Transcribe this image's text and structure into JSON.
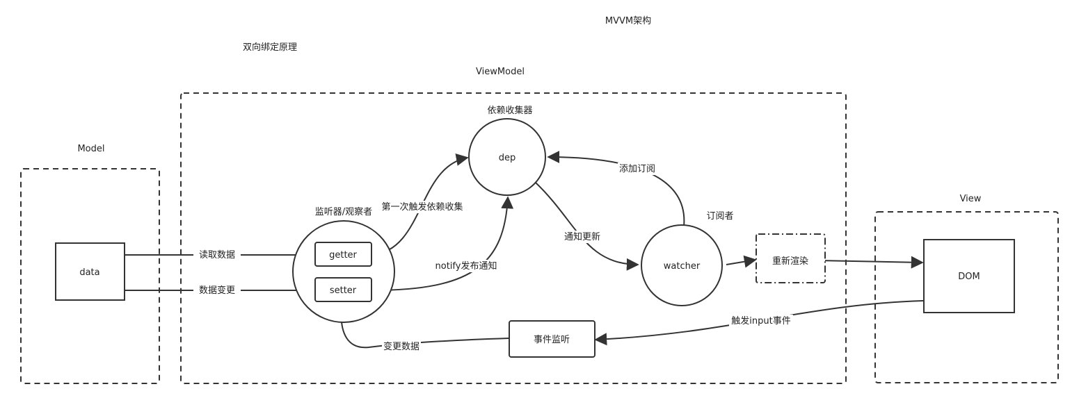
{
  "title": "MVVM架构",
  "subtitle": "双向绑定原理",
  "groups": {
    "viewmodel": "ViewModel",
    "model": "Model",
    "view": "View"
  },
  "nodes": {
    "data": "data",
    "dep": "dep",
    "dep_caption": "依赖收集器",
    "observer_caption": "监听器/观察者",
    "getter": "getter",
    "setter": "setter",
    "watcher": "watcher",
    "watcher_caption": "订阅者",
    "rerender": "重新渲染",
    "dom": "DOM",
    "event_listener": "事件监听"
  },
  "edges": {
    "read_data": "读取数据",
    "data_change": "数据变更",
    "first_trigger": "第一次触发依赖收集",
    "notify": "notify发布通知",
    "notify_update": "通知更新",
    "add_subscription": "添加订阅",
    "trigger_input": "触发input事件",
    "change_data": "变更数据"
  }
}
